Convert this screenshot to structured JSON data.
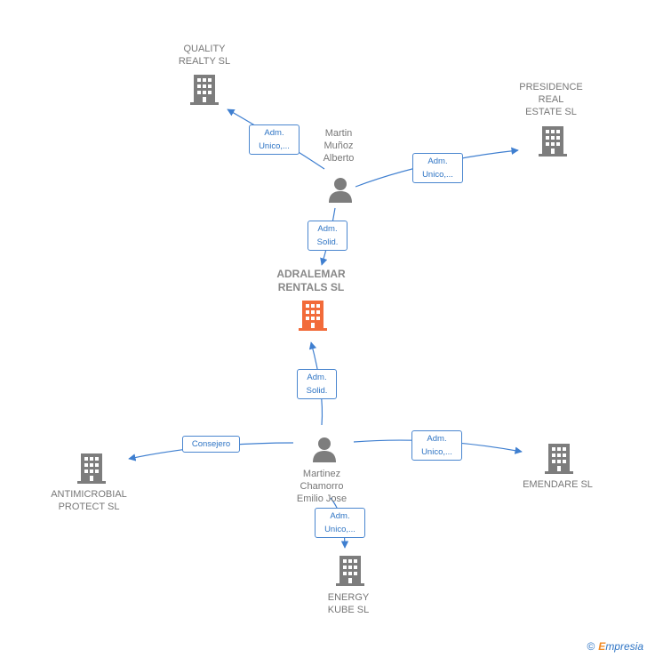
{
  "nodes": {
    "quality": {
      "label": "QUALITY\nREALTY  SL",
      "type": "company",
      "color": "#7d7d7d"
    },
    "presidence": {
      "label": "PRESIDENCE\nREAL\nESTATE SL",
      "type": "company",
      "color": "#7d7d7d"
    },
    "martin": {
      "label": "Martin\nMuñoz\nAlberto",
      "type": "person",
      "color": "#7d7d7d"
    },
    "adralemar": {
      "label": "ADRALEMAR\nRENTALS  SL",
      "type": "company",
      "color": "#f26b3a"
    },
    "martinez": {
      "label": "Martinez\nChamorro\nEmilio Jose",
      "type": "person",
      "color": "#7d7d7d"
    },
    "antimicrobial": {
      "label": "ANTIMICROBIAL\nPROTECT  SL",
      "type": "company",
      "color": "#7d7d7d"
    },
    "emendare": {
      "label": "EMENDARE SL",
      "type": "company",
      "color": "#7d7d7d"
    },
    "energy": {
      "label": "ENERGY\nKUBE  SL",
      "type": "company",
      "color": "#7d7d7d"
    }
  },
  "edges": [
    {
      "id": "martin-quality",
      "label": "Adm.\nUnico,..."
    },
    {
      "id": "martin-presidence",
      "label": "Adm.\nUnico,..."
    },
    {
      "id": "martin-adralemar",
      "label": "Adm.\nSolid."
    },
    {
      "id": "martinez-adralemar",
      "label": "Adm.\nSolid."
    },
    {
      "id": "martinez-antimicrobial",
      "label": "Consejero"
    },
    {
      "id": "martinez-emendare",
      "label": "Adm.\nUnico,..."
    },
    {
      "id": "martinez-energy",
      "label": "Adm.\nUnico,..."
    }
  ],
  "colors": {
    "edge": "#3f7fd0",
    "edge_label_text": "#2e74c4"
  },
  "footer": {
    "copyright": "©",
    "brand_initial": "E",
    "brand_rest": "mpresia"
  }
}
